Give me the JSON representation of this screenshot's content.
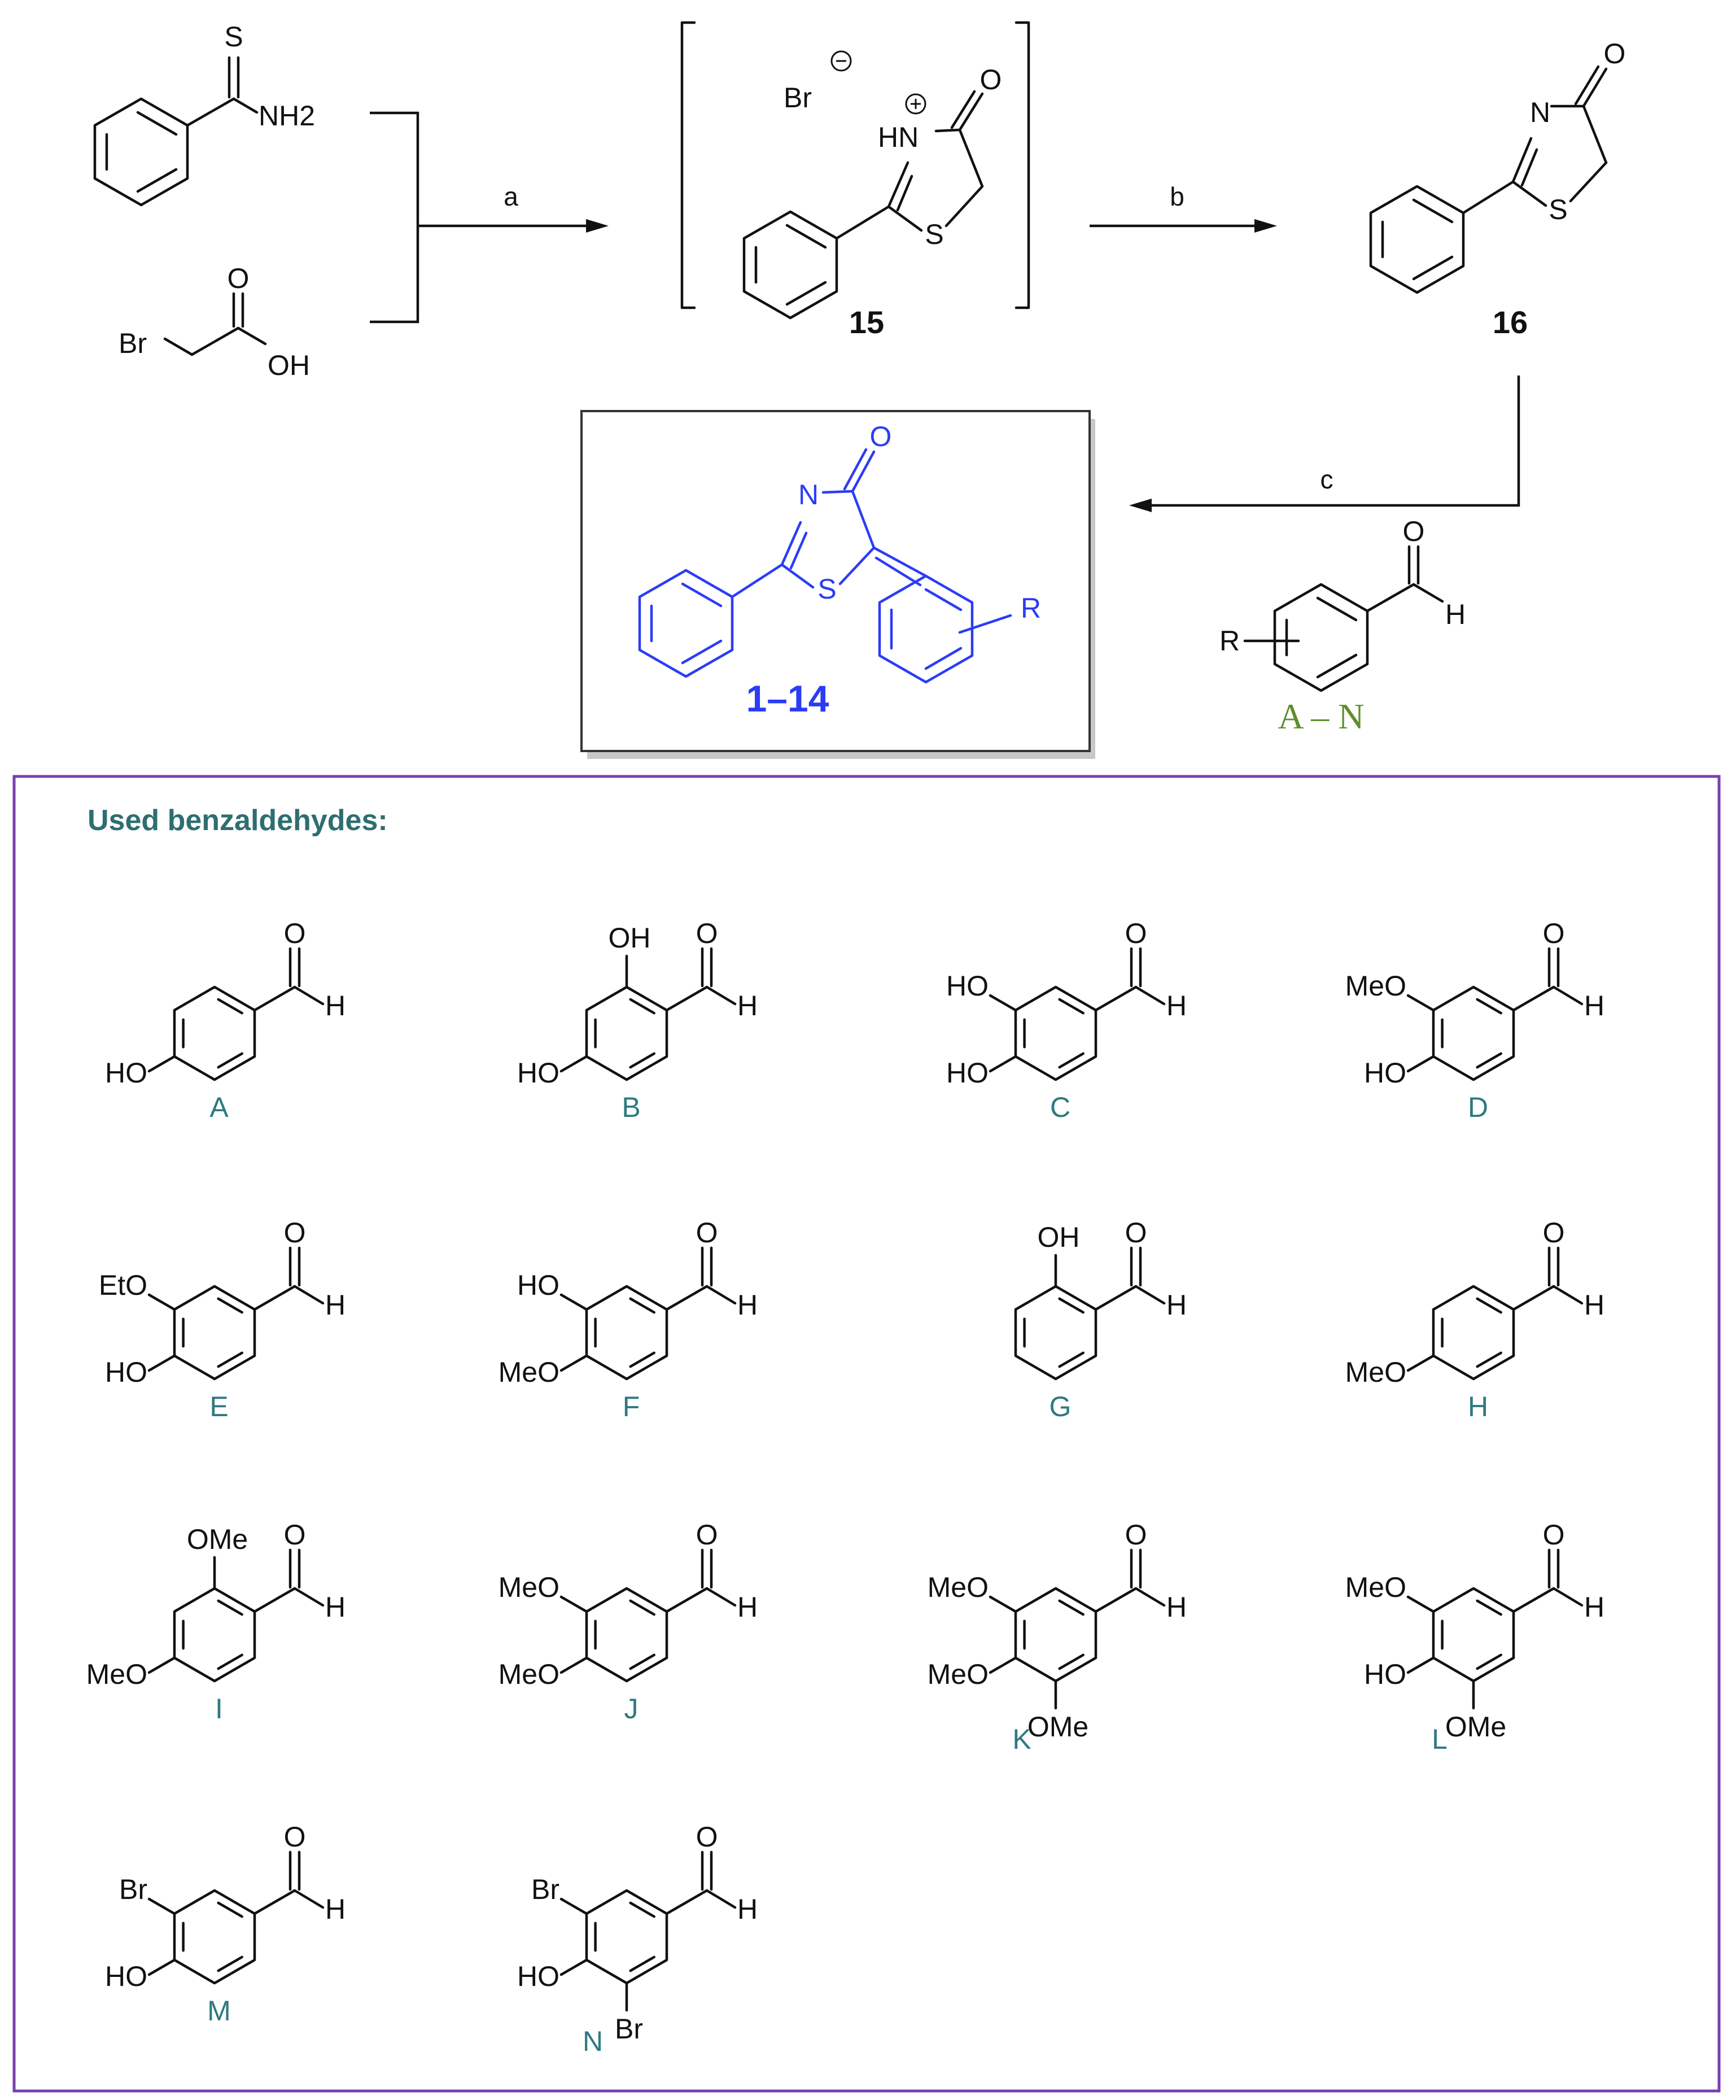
{
  "reagents": {
    "thioamide": {
      "s": "S",
      "nh2": "NH2"
    },
    "bromoacetic_acid": {
      "br": "Br",
      "o": "O",
      "oh": "OH"
    }
  },
  "conditions": {
    "a": "a",
    "b": "b",
    "c": "c"
  },
  "intermediate": {
    "label": "15",
    "anion": "Br",
    "nh": "HN",
    "o": "O",
    "s": "S"
  },
  "thiazolone": {
    "label": "16",
    "n": "N",
    "o": "O",
    "s": "S"
  },
  "product": {
    "label": "1–14",
    "n": "N",
    "o": "O",
    "s": "S",
    "r": "R"
  },
  "aldehyde": {
    "r": "R",
    "o": "O",
    "h": "H",
    "range": "A – N"
  },
  "benzaldehydes": {
    "heading": "Used benzaldehydes:",
    "items": [
      {
        "letter": "A",
        "subs": {
          "p4": "HO"
        }
      },
      {
        "letter": "B",
        "subs": {
          "p2": "OH",
          "p4": "HO"
        }
      },
      {
        "letter": "C",
        "subs": {
          "p3": "HO",
          "p4": "HO"
        }
      },
      {
        "letter": "D",
        "subs": {
          "p3": "MeO",
          "p4": "HO"
        }
      },
      {
        "letter": "E",
        "subs": {
          "p3": "EtO",
          "p4": "HO"
        }
      },
      {
        "letter": "F",
        "subs": {
          "p3": "HO",
          "p4": "MeO"
        }
      },
      {
        "letter": "G",
        "subs": {
          "p2": "OH"
        }
      },
      {
        "letter": "H",
        "subs": {
          "p4": "MeO"
        }
      },
      {
        "letter": "I",
        "subs": {
          "p2": "OMe",
          "p4": "MeO"
        }
      },
      {
        "letter": "J",
        "subs": {
          "p3": "MeO",
          "p4": "MeO"
        }
      },
      {
        "letter": "K",
        "subs": {
          "p3": "MeO",
          "p4": "MeO",
          "p5": "OMe"
        }
      },
      {
        "letter": "L",
        "subs": {
          "p3": "MeO",
          "p4": "HO",
          "p5": "OMe"
        }
      },
      {
        "letter": "M",
        "subs": {
          "p3": "Br",
          "p4": "HO"
        }
      },
      {
        "letter": "N",
        "subs": {
          "p3": "Br",
          "p4": "HO",
          "p5": "Br"
        }
      }
    ],
    "aldehyde_o": "O",
    "aldehyde_h": "H"
  },
  "colors": {
    "product": "#2b3cf5",
    "letters": "#2e7a80",
    "heading": "#2e6e70",
    "box_border": "#7a3fb0",
    "range": "#5d8f2a"
  }
}
